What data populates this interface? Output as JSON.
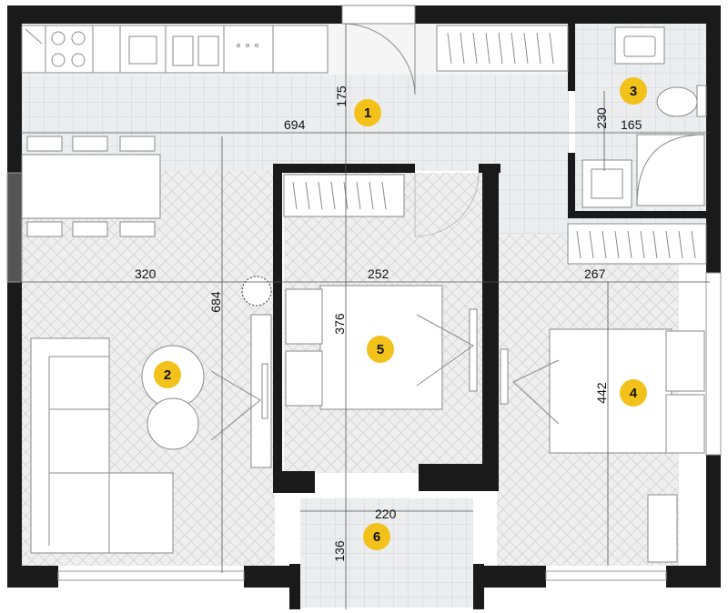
{
  "colors": {
    "wall": "#1a1a1a",
    "tile_floor": "#ecedee",
    "tile_grid": "#c9ccd0",
    "parquet_floor": "#eeeeee",
    "parquet_pattern": "#cfcfcf",
    "furniture_line": "#8a8a8a",
    "badge": "#f2c21b",
    "dimension_line": "#555555"
  },
  "rooms": [
    {
      "id": "1",
      "label": "1"
    },
    {
      "id": "2",
      "label": "2"
    },
    {
      "id": "3",
      "label": "3"
    },
    {
      "id": "4",
      "label": "4"
    },
    {
      "id": "5",
      "label": "5"
    },
    {
      "id": "6",
      "label": "6"
    }
  ],
  "dimensions": {
    "hall_height": "175",
    "hall_width": "694",
    "bath_height": "230",
    "bath_width": "165",
    "living_width": "320",
    "living_height": "684",
    "bedroom5_width": "252",
    "bedroom5_height": "376",
    "bedroom4_width": "267",
    "bedroom4_height": "442",
    "balcony_width": "220",
    "balcony_height": "136"
  }
}
